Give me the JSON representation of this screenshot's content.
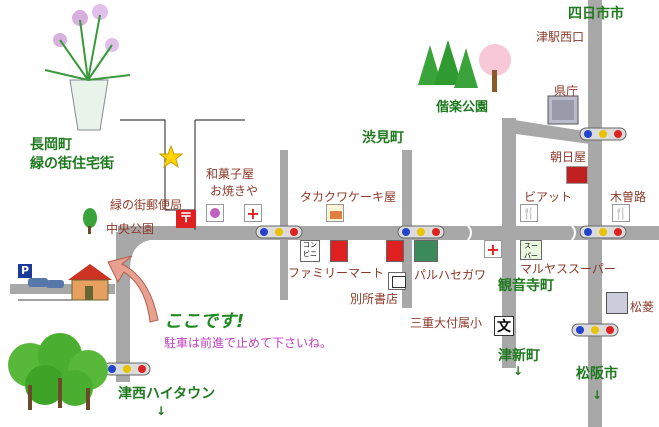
{
  "towns": {
    "yokkaichi": "四日市市",
    "nagaoka": "長岡町",
    "nagaoka_sub": "緑の街住宅街",
    "shibumi": "渋見町",
    "tsu_shinmachi": "津新町",
    "matsusaka": "松阪市",
    "tsunishi": "津西ハイタウン",
    "kannonji": "観音寺町"
  },
  "landmarks": {
    "tsueki_nishi": "津駅西口",
    "kaikoen": "偕楽公園",
    "prefecture": "県庁",
    "asahiya": "朝日屋",
    "wagashi_1": "和菓子屋",
    "wagashi_2": "お焼きや",
    "takakuwa": "タカクワケーキ屋",
    "post": "緑の街郵便局",
    "central_park": "中央公園",
    "biatto": "ビアット",
    "kisoji": "木曽路",
    "familymart": "ファミリーマート",
    "paruhasegawa": "パルハセガワ",
    "marukaya": "マルヤススーパー",
    "bessho": "別所書店",
    "mie_school": "三重大付属小",
    "matsubishi": "松菱",
    "school_mark": "文",
    "super_sign": "スーパー",
    "conveni_sign": "コンビニ"
  },
  "callout": {
    "here": "ここです!",
    "parking_note": "駐車は前進で止めて下さいね。",
    "parking_sign": "P"
  },
  "directions": {
    "down_arrow": "↓"
  }
}
